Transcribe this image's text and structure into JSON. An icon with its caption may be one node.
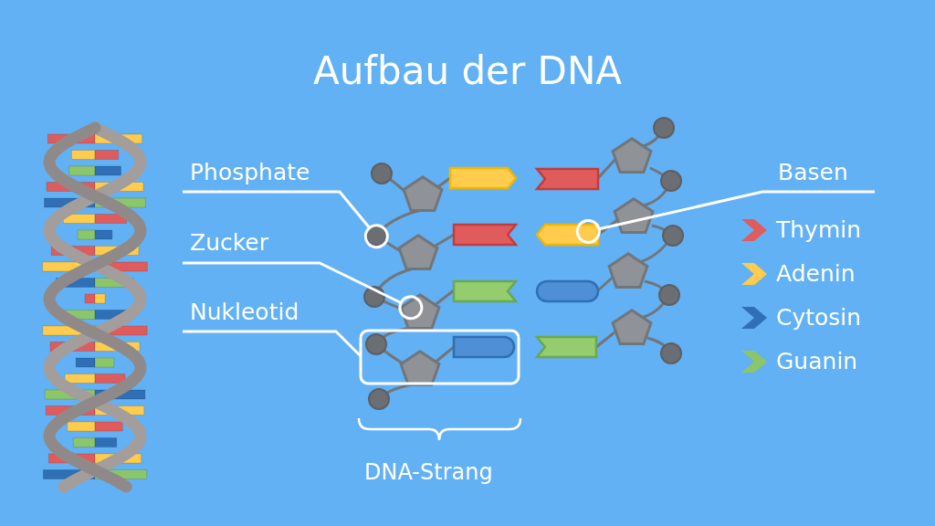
{
  "diagram": {
    "title": "Aufbau der DNA",
    "nodes": [
      {
        "text": [
          "Phosphate"
        ]
      },
      {
        "text": [
          "Zucker"
        ]
      },
      {
        "text": [
          "Nukleotid"
        ]
      },
      {
        "text": [
          "Basen"
        ]
      }
    ],
    "edges": [
      {
        "from": 0,
        "to": null,
        "arrow": "other"
      },
      {
        "from": 1,
        "to": null,
        "arrow": "other"
      },
      {
        "from": 2,
        "to": null,
        "arrow": "none"
      },
      {
        "from": 3,
        "to": null,
        "arrow": "other"
      }
    ],
    "labels": [
      "DNA-Strang"
    ],
    "legend": [
      {
        "text": "Thymin",
        "color": "#e05c5c"
      },
      {
        "text": "Adenin",
        "color": "#ffcc4d"
      },
      {
        "text": "Cytosin",
        "color": "#2f6fb5"
      },
      {
        "text": "Guanin",
        "color": "#8cc66a"
      }
    ]
  }
}
